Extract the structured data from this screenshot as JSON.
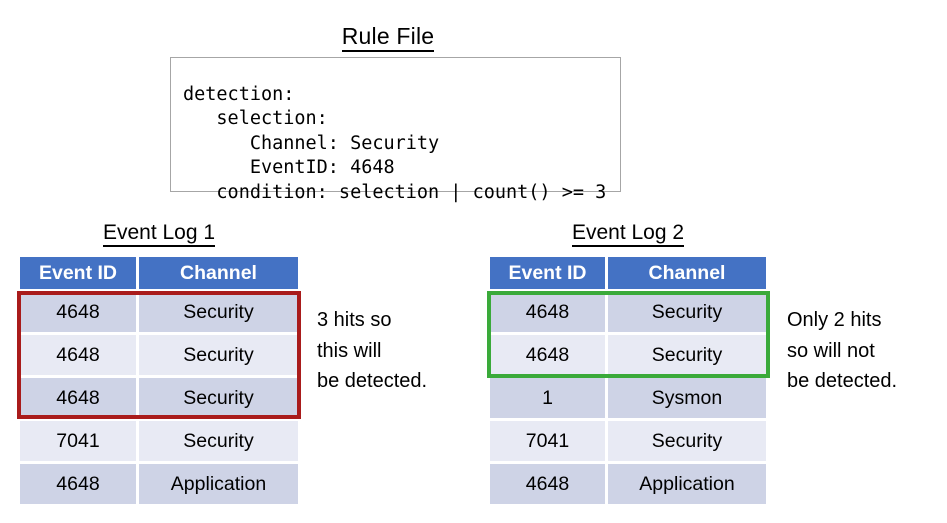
{
  "rule": {
    "title": "Rule File",
    "code": "detection:\n   selection:\n      Channel: Security\n      EventID: 4648\n   condition: selection | count() >= 3"
  },
  "logs": [
    {
      "title": "Event Log 1",
      "columns": [
        "Event ID",
        "Channel"
      ],
      "rows": [
        {
          "event_id": "4648",
          "channel": "Security"
        },
        {
          "event_id": "4648",
          "channel": "Security"
        },
        {
          "event_id": "4648",
          "channel": "Security"
        },
        {
          "event_id": "7041",
          "channel": "Security"
        },
        {
          "event_id": "4648",
          "channel": "Application"
        }
      ],
      "highlight": {
        "name": "red-highlight",
        "color": "#a91b1b",
        "rows_covered": 3
      },
      "annotation": "3 hits so\nthis will\nbe detected."
    },
    {
      "title": "Event Log 2",
      "columns": [
        "Event ID",
        "Channel"
      ],
      "rows": [
        {
          "event_id": "4648",
          "channel": "Security"
        },
        {
          "event_id": "4648",
          "channel": "Security"
        },
        {
          "event_id": "1",
          "channel": "Sysmon"
        },
        {
          "event_id": "7041",
          "channel": "Security"
        },
        {
          "event_id": "4648",
          "channel": "Application"
        }
      ],
      "highlight": {
        "name": "green-highlight",
        "color": "#3aaa3a",
        "rows_covered": 2
      },
      "annotation": "Only 2 hits\nso will not\nbe detected."
    }
  ],
  "colors": {
    "header_blue": "#4472c4",
    "row_dark": "#ced3e6",
    "row_light": "#e8eaf4",
    "highlight_red": "#a91b1b",
    "highlight_green": "#3aaa3a",
    "box_border": "#a6a6a6"
  }
}
